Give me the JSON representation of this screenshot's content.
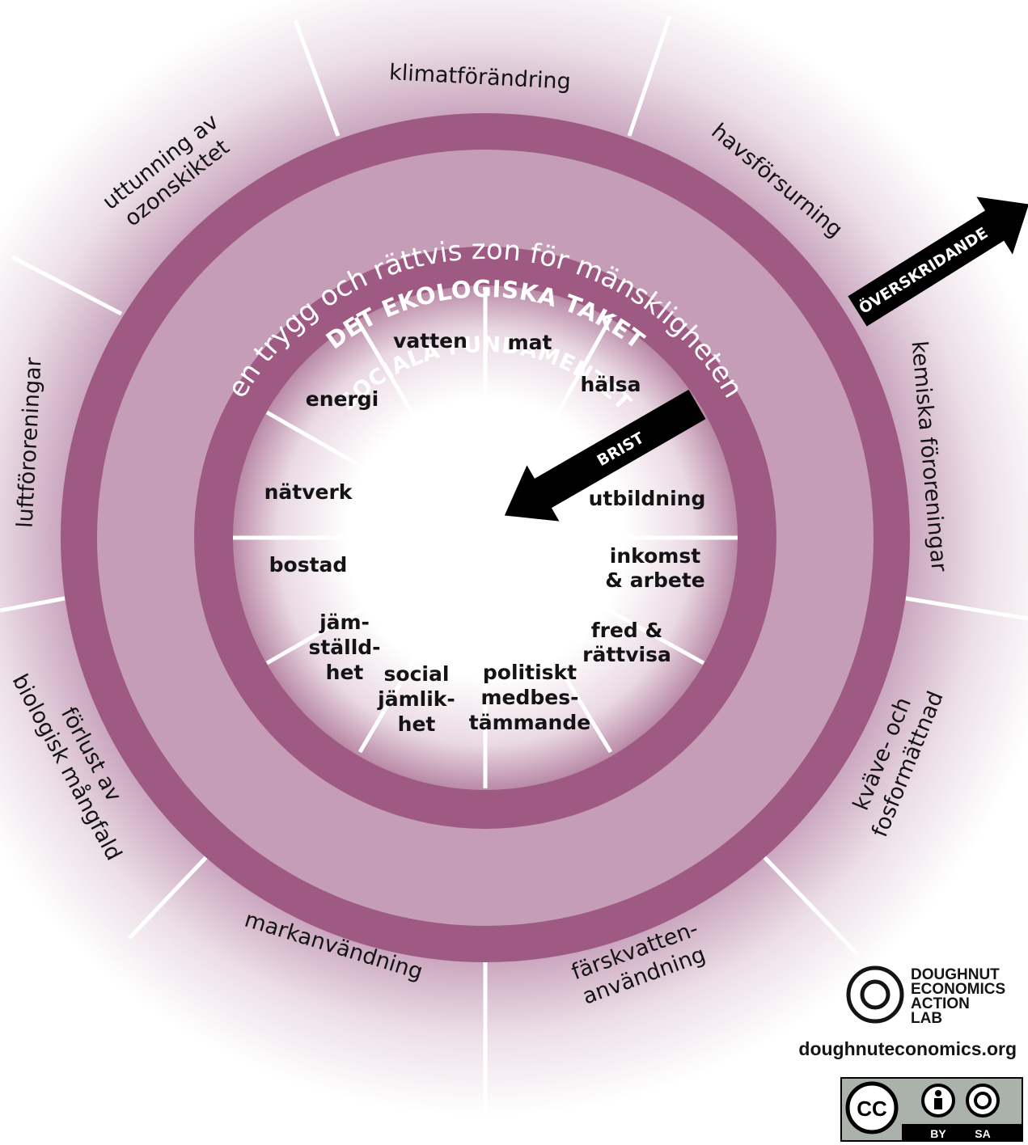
{
  "rings": {
    "ceiling": "DET EKOLOGISKA TAKET",
    "safe_zone": "en trygg och rättvis zon för mänskligheten",
    "foundation": "SOCIALA FUNDAMENTET"
  },
  "ecological": {
    "klimat": "klimatförändring",
    "havs": "havsförsurning",
    "kemiska": "kemiska föroreningar",
    "kvave_1": "kväve- och",
    "kvave_2": "fosformättnad",
    "farsk_1": "färskvatten-",
    "farsk_2": "användning",
    "mark": "markanvändning",
    "forlust_1": "förlust av",
    "forlust_2": "biologisk mångfald",
    "luft": "luftföroreningar",
    "ozon_1": "uttunning av",
    "ozon_2": "ozonskiktet"
  },
  "social": {
    "vatten": "vatten",
    "mat": "mat",
    "halsa": "hälsa",
    "utbildning": "utbildning",
    "inkomst_1": "inkomst",
    "inkomst_2": "& arbete",
    "fred_1": "fred &",
    "fred_2": "rättvisa",
    "politiskt_1": "politiskt",
    "politiskt_2": "medbes-",
    "politiskt_3": "tämmande",
    "social_1": "social",
    "social_2": "jämlik-",
    "social_3": "het",
    "jam_1": "jäm-",
    "jam_2": "ställd-",
    "jam_3": "het",
    "bostad": "bostad",
    "natverk": "nätverk",
    "energi": "energi"
  },
  "arrows": {
    "overshoot": "ÖVERSKRIDANDE",
    "shortfall": "BRIST"
  },
  "logo": {
    "line1": "DOUGHNUT",
    "line2": "ECONOMICS",
    "line3": "ACTION",
    "line4": "LAB",
    "url": "doughnuteconomics.org"
  },
  "license": {
    "cc": "CC",
    "by": "BY",
    "sa": "SA"
  },
  "colors": {
    "ring_dark": "#9e5a82",
    "ring_light": "#c59db7",
    "text": "#141414",
    "arrow": "#000000"
  }
}
